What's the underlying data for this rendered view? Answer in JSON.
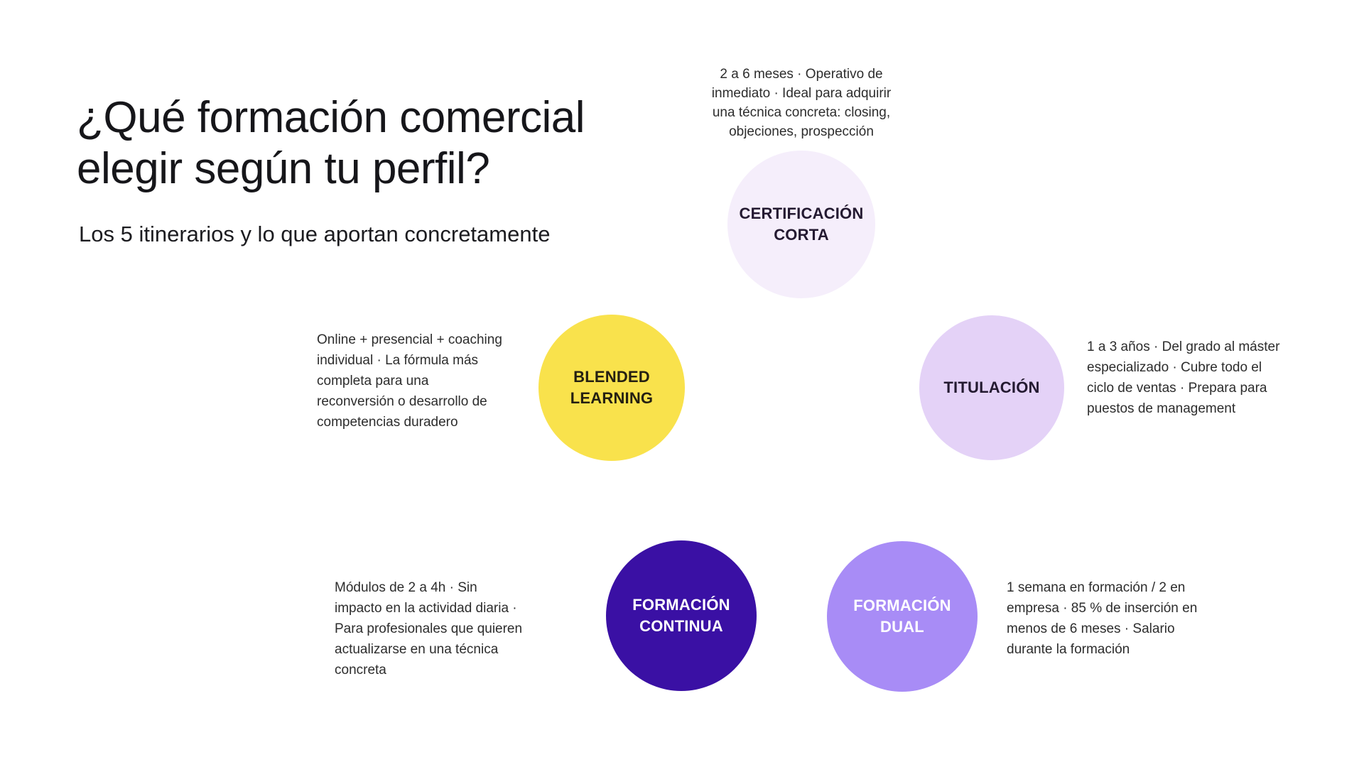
{
  "page": {
    "background_color": "#ffffff",
    "title": "¿Qué formación comercial\nelegir según tu perfil?",
    "subtitle": "Los 5 itinerarios y lo que aportan concretamente",
    "title_color": "#16161a",
    "subtitle_color": "#1c1c20",
    "body_text_color": "#2d2d2d"
  },
  "itineraries": [
    {
      "name": "certificacion-corta",
      "label": "CERTIFICACIÓN\nCORTA",
      "description": "2 a 6 meses · Operativo de\ninmediato · Ideal para adquirir\nuna técnica concreta: closing,\nobjeciones, prospección",
      "circle_color": "#f5eefb",
      "label_color": "#241a31"
    },
    {
      "name": "blended-learning",
      "label": "BLENDED\nLEARNING",
      "description": "Online + presencial + coaching\nindividual · La fórmula más\ncompleta para una\nreconversión o desarrollo de\ncompetencias duradero",
      "circle_color": "#f9e24c",
      "label_color": "#252012"
    },
    {
      "name": "titulacion",
      "label": "TITULACIÓN",
      "description": "1 a 3 años · Del grado al máster\nespecializado · Cubre todo el\nciclo de ventas · Prepara para\npuestos de management",
      "circle_color": "#e4d2f7",
      "label_color": "#241a31"
    },
    {
      "name": "formacion-continua",
      "label": "FORMACIÓN\nCONTINUA",
      "description": "Módulos de 2 a 4h · Sin\nimpacto en la actividad diaria ·\nPara profesionales que quieren\nactualizarse en una técnica\nconcreta",
      "circle_color": "#3a10a4",
      "label_color": "#ffffff"
    },
    {
      "name": "formacion-dual",
      "label": "FORMACIÓN\nDUAL",
      "description": "1 semana en formación / 2 en\nempresa · 85 % de inserción en\nmenos de 6 meses · Salario\ndurante la formación",
      "circle_color": "#a88cf6",
      "label_color": "#ffffff"
    }
  ]
}
